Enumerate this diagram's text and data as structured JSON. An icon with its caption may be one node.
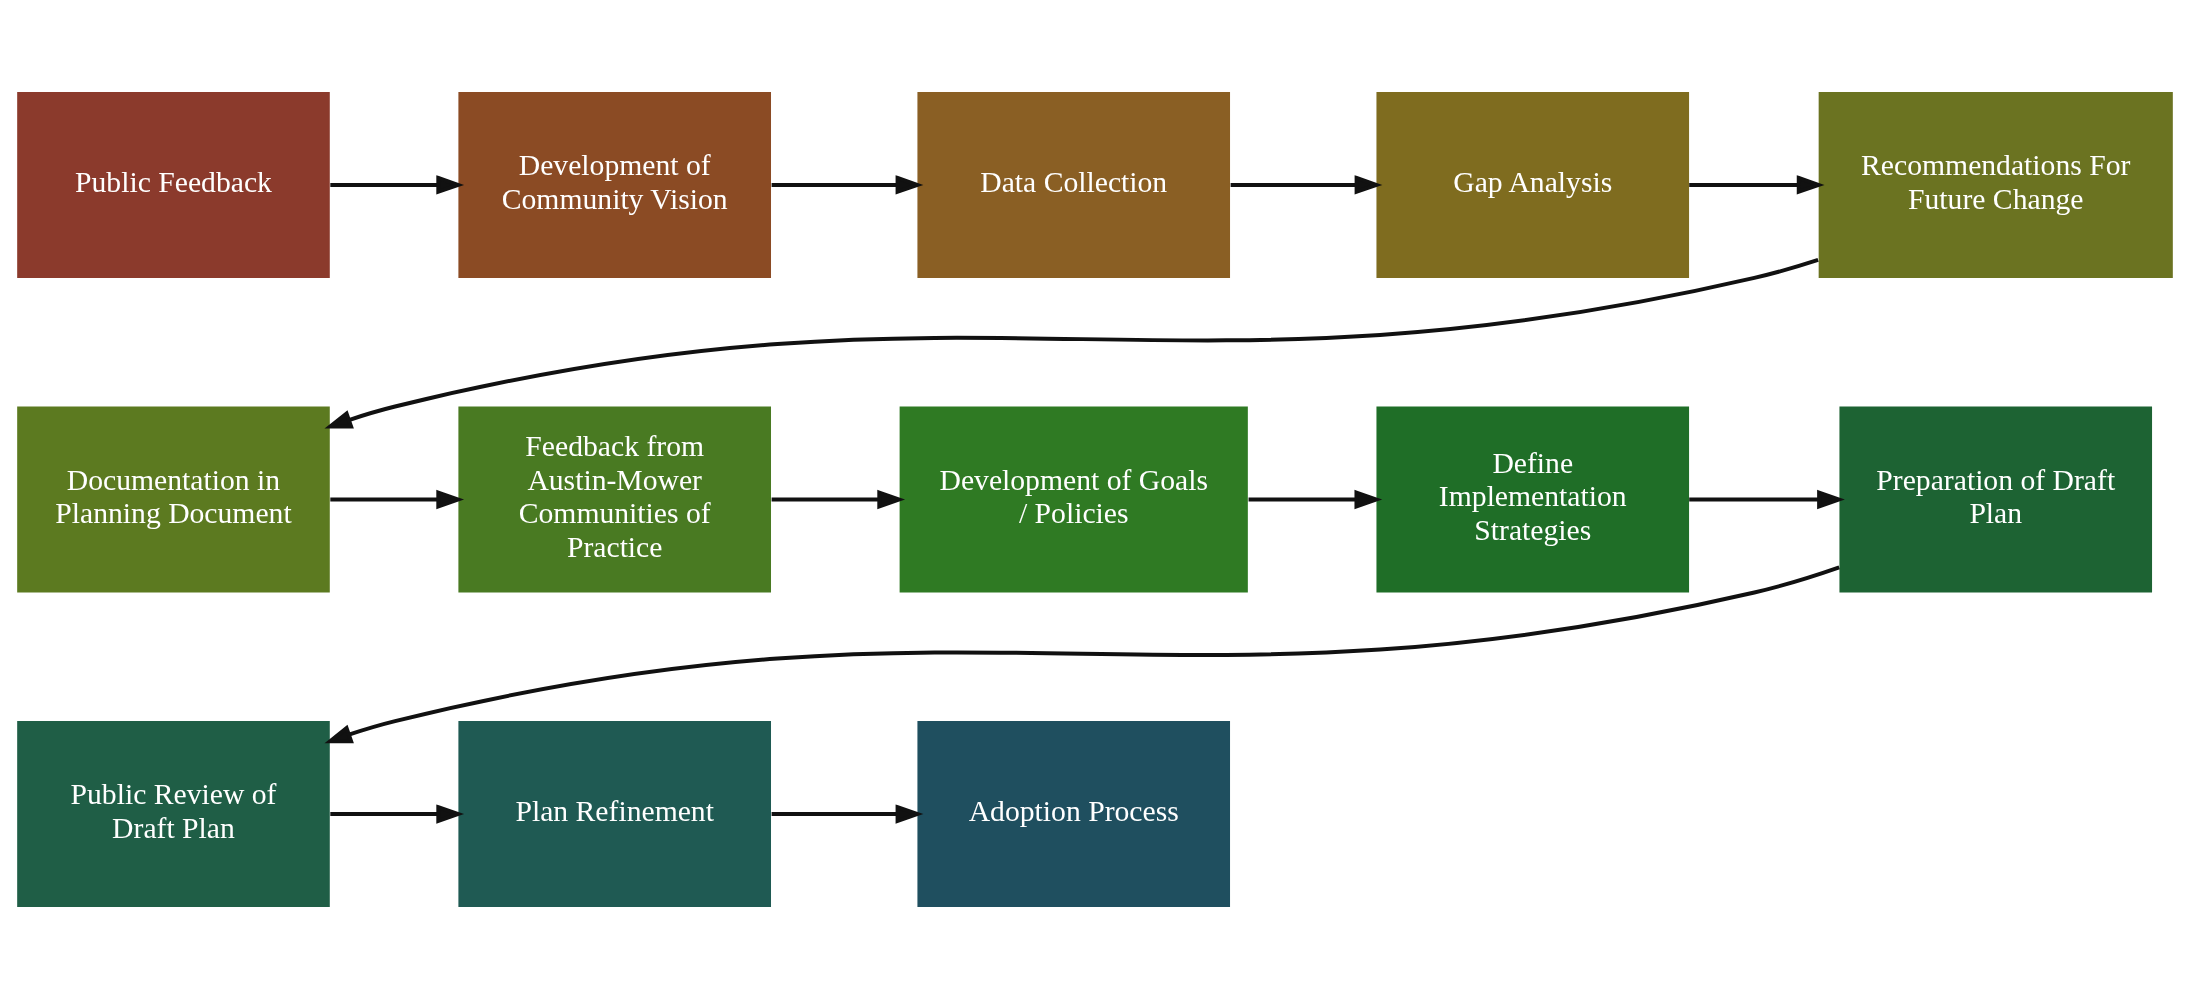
{
  "diagram": {
    "nodes": [
      {
        "text": [
          "Public Feedback"
        ]
      },
      {
        "text": [
          "Development of Community Vision"
        ]
      },
      {
        "text": [
          "Data Collection"
        ]
      },
      {
        "text": [
          "Gap Analysis"
        ]
      },
      {
        "text": [
          "Recommendations For Future Change"
        ]
      },
      {
        "text": [
          "Documentation in Planning Document"
        ]
      },
      {
        "text": [
          "Feedback from Austin-Mower Communities of Practice"
        ]
      },
      {
        "text": [
          "Development of Goals / Policies"
        ]
      },
      {
        "text": [
          "Define Implementation Strategies"
        ]
      },
      {
        "text": [
          "Preparation of Draft Plan"
        ]
      },
      {
        "text": [
          "Public Review of Draft Plan"
        ]
      },
      {
        "text": [
          "Plan Refinement"
        ]
      },
      {
        "text": [
          "Adoption Process"
        ]
      }
    ],
    "edges": [
      {
        "from": 0,
        "to": 1,
        "arrow": "to"
      },
      {
        "from": 1,
        "to": 2,
        "arrow": "to"
      },
      {
        "from": 2,
        "to": 3,
        "arrow": "to"
      },
      {
        "from": 3,
        "to": 4,
        "arrow": "to"
      },
      {
        "from": 4,
        "to": 5,
        "arrow": "to"
      },
      {
        "from": 5,
        "to": 6,
        "arrow": "to"
      },
      {
        "from": 6,
        "to": 7,
        "arrow": "to"
      },
      {
        "from": 7,
        "to": 8,
        "arrow": "to"
      },
      {
        "from": 8,
        "to": 9,
        "arrow": "to"
      },
      {
        "from": 9,
        "to": 10,
        "arrow": "to"
      },
      {
        "from": 10,
        "to": 11,
        "arrow": "to"
      },
      {
        "from": 11,
        "to": 12,
        "arrow": "to"
      }
    ]
  }
}
